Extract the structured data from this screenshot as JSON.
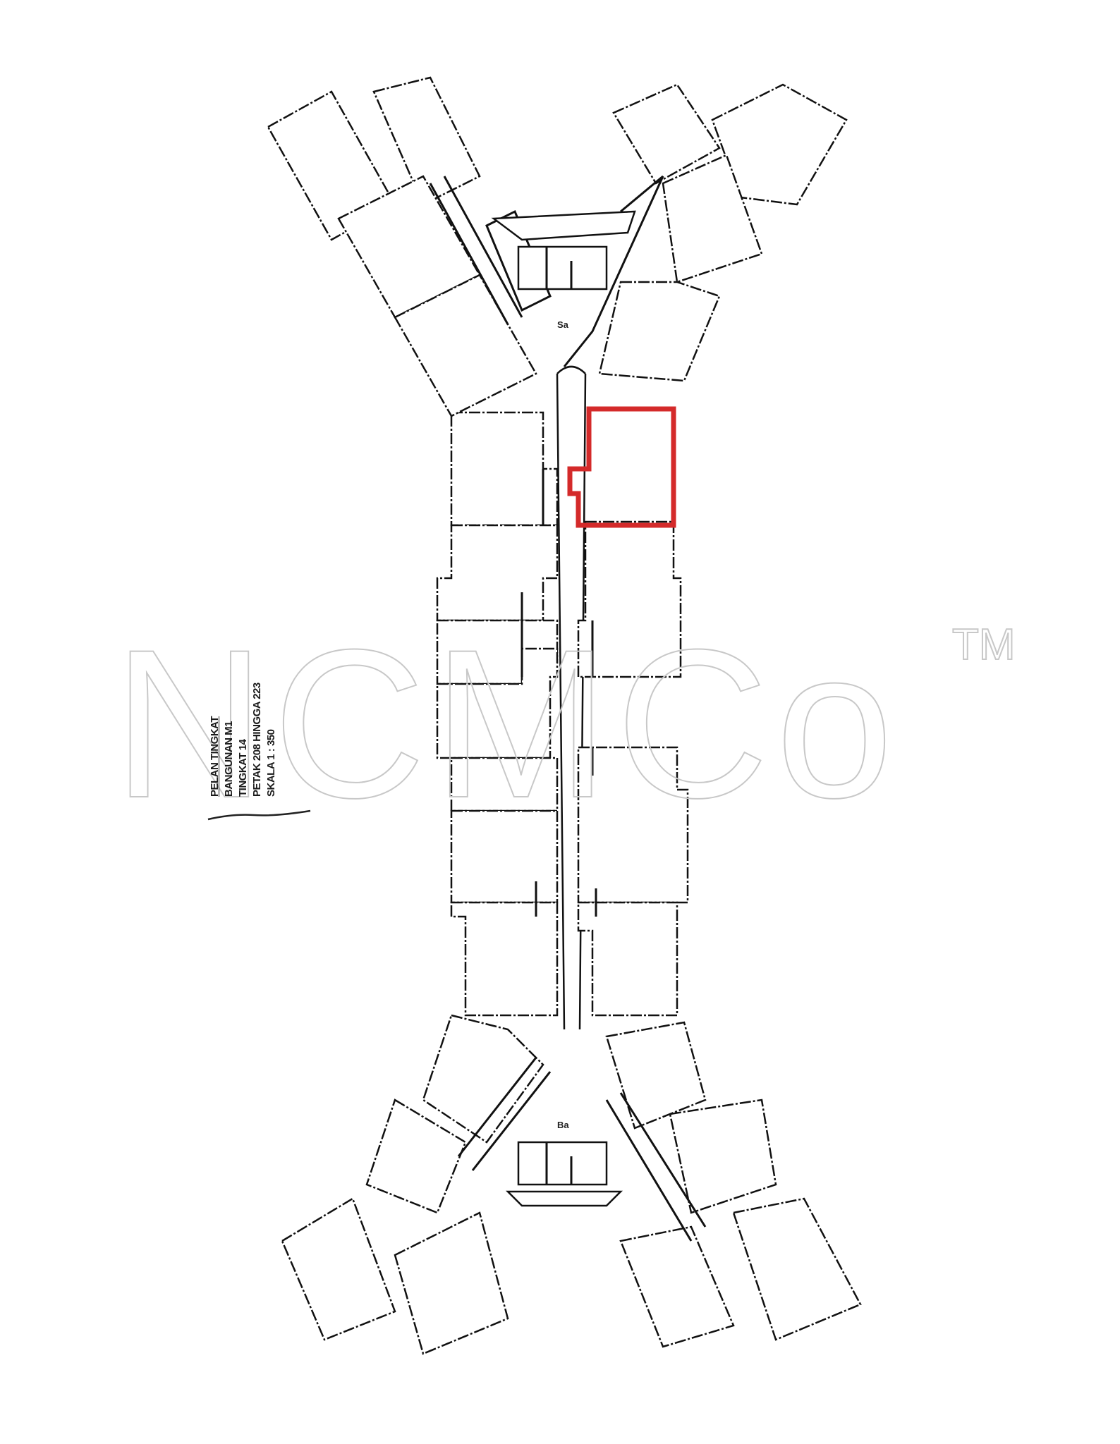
{
  "document": {
    "type": "strata floor plan (scanned)",
    "title_block": {
      "heading": "PELAN TINGKAT",
      "building": "BANGUNAN M1",
      "floor": "TINGKAT 14",
      "parcels": "PETAK 208 HINGGA 223",
      "scale": "SKALA 1 : 350"
    },
    "watermark": {
      "text": "NCMCo",
      "trademark": "TM"
    },
    "highlight": {
      "color": "#d42a2a",
      "description": "highlighted parcel, upper-right of central block"
    },
    "layout": {
      "shape": "X / double-Y tower plan",
      "wings": [
        "north-west wing",
        "north-east wing",
        "south-west wing",
        "south-east wing"
      ],
      "central_block_units_per_side": 4,
      "parcel_count": 16
    }
  }
}
